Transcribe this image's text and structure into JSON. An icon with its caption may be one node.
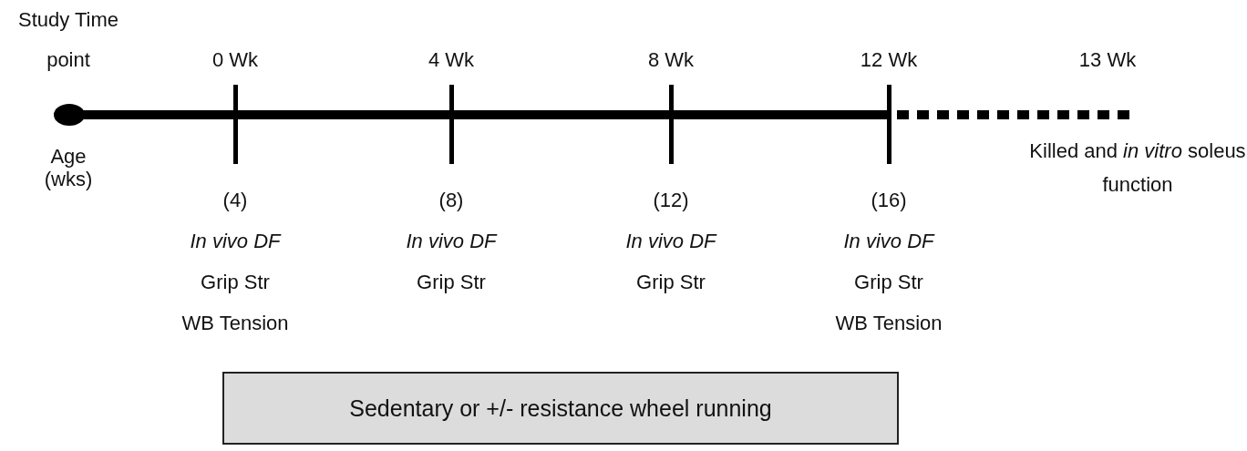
{
  "diagram": {
    "nodes": [
      {
        "text": [
          "Sedentary or +/- resistance wheel running"
        ]
      }
    ],
    "labels": [
      "Study Time point",
      "0 Wk",
      "4 Wk",
      "8 Wk",
      "12 Wk",
      "13 Wk",
      "Age (wks)",
      "Killed and *in vitro* soleus function",
      "(4)",
      "(8)",
      "(12)",
      "(16)",
      "In vivo DF",
      "In vivo DF",
      "In vivo DF",
      "In vivo DF",
      "Grip Str",
      "Grip Str",
      "Grip Str",
      "Grip Str",
      "WB Tension",
      "WB Tension"
    ]
  }
}
